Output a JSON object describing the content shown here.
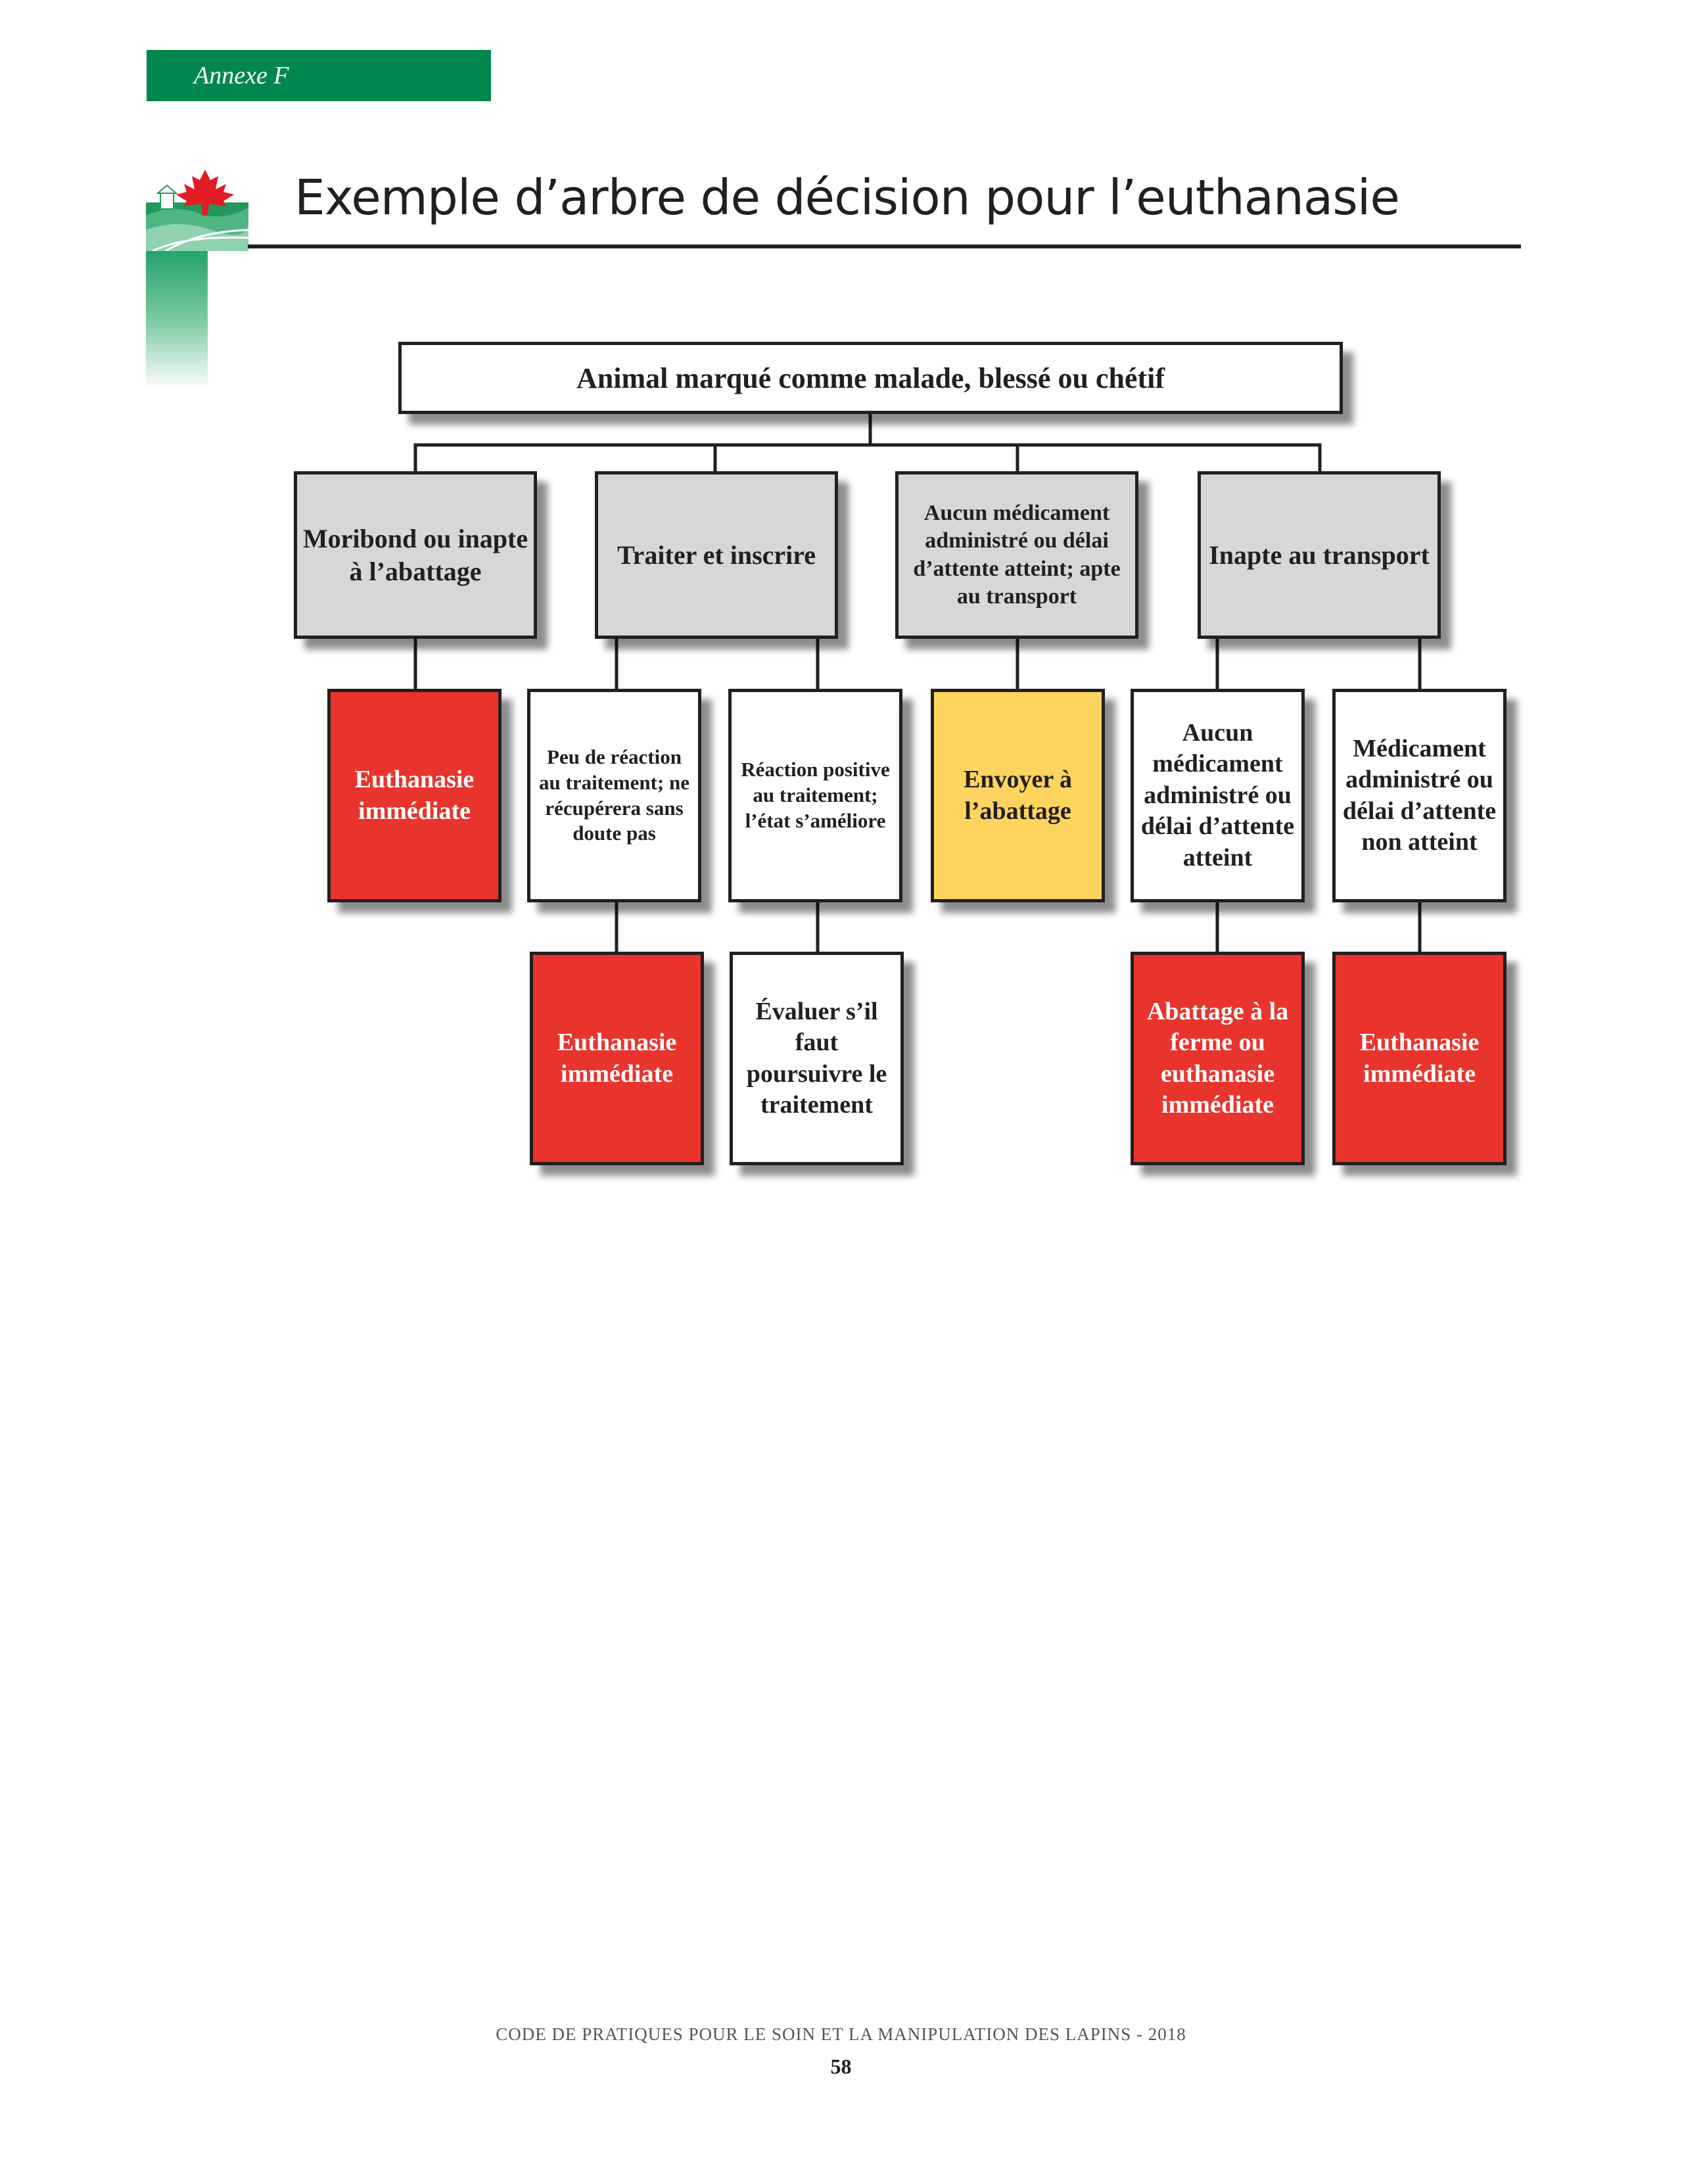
{
  "header": {
    "annex_label": "Annexe F",
    "page_title": "Exemple d’arbre de décision pour l’euthanasie"
  },
  "colors": {
    "brand_green": "#00874e",
    "leaf_red": "#e31b23",
    "box_grey": "#d6d7d9",
    "box_red": "#e9342e",
    "box_yellow": "#fdd45e",
    "outline": "#231f20"
  },
  "icons": {
    "logo": "maple-leaf-farm-logo-icon"
  },
  "tree": {
    "root": "Animal marqué comme malade, blessé ou chétif",
    "moribond": "Moribond ou inapte à l’abattage",
    "traiter": "Traiter et inscrire",
    "aucun_med_apte": "Aucun médicament administré ou délai d’attente atteint; apte au transport",
    "inapte_transport": "Inapte au transport",
    "euthanasie_1": "Euthanasie immédiate",
    "peu_reaction": "Peu de réaction au traitement; ne récupérera sans doute pas",
    "reaction_positive": "Réaction positive au traitement; l’état s’améliore",
    "envoyer_abattage": "Envoyer à l’abattage",
    "aucun_med_atteint": "Aucun médicament administré ou délai d’attente atteint",
    "med_non_atteint": "Médicament administré ou délai d’attente non atteint",
    "euthanasie_2": "Euthanasie immédiate",
    "evaluer": "Évaluer s’il faut poursuivre le traitement",
    "abattage_ferme": "Abattage à la ferme ou euthanasie immédiate",
    "euthanasie_3": "Euthanasie immédiate"
  },
  "footer": {
    "code_title": "CODE DE PRATIQUES POUR LE SOIN ET LA MANIPULATION DES LAPINS - 2018",
    "page_number": "58"
  }
}
